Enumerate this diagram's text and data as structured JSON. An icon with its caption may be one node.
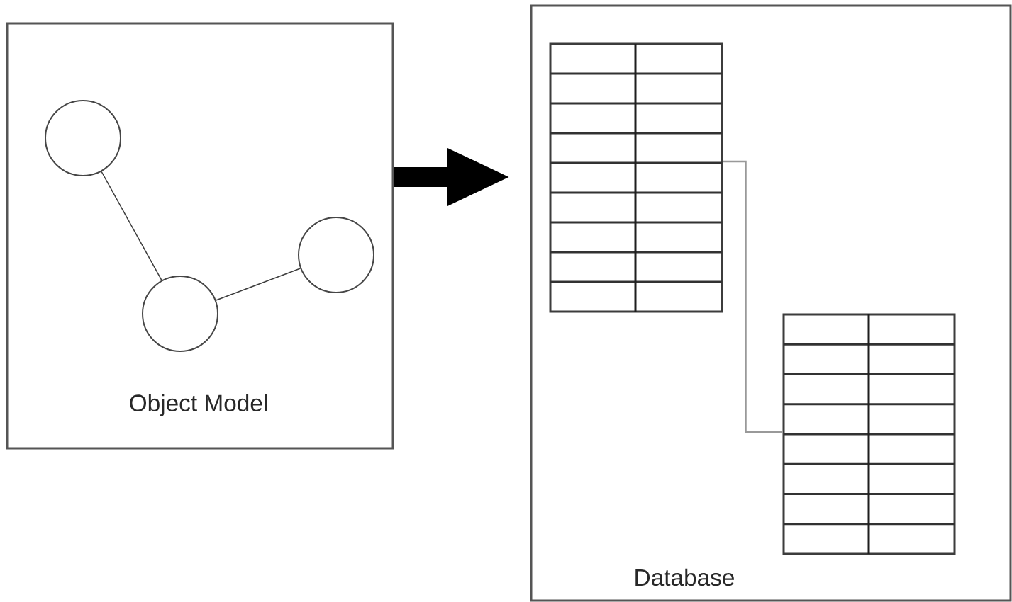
{
  "diagram": {
    "nodes": [
      {
        "text": [
          "Object Model"
        ]
      },
      {
        "text": [],
        "shape": "circle",
        "in": 0
      },
      {
        "text": [],
        "shape": "circle",
        "in": 0
      },
      {
        "text": [],
        "shape": "circle",
        "in": 0
      },
      {
        "text": [
          "Database"
        ]
      },
      {
        "text": [],
        "shape": "table",
        "in": 4
      },
      {
        "text": [],
        "shape": "table",
        "in": 4
      }
    ],
    "edges": [
      {
        "from": 1,
        "to": 2,
        "arrow": "none"
      },
      {
        "from": 2,
        "to": 3,
        "arrow": "none"
      },
      {
        "from": 0,
        "to": 4,
        "arrow": "to",
        "style": "thick"
      },
      {
        "from": 5,
        "to": 6,
        "arrow": "none",
        "color": "#999999"
      }
    ]
  }
}
